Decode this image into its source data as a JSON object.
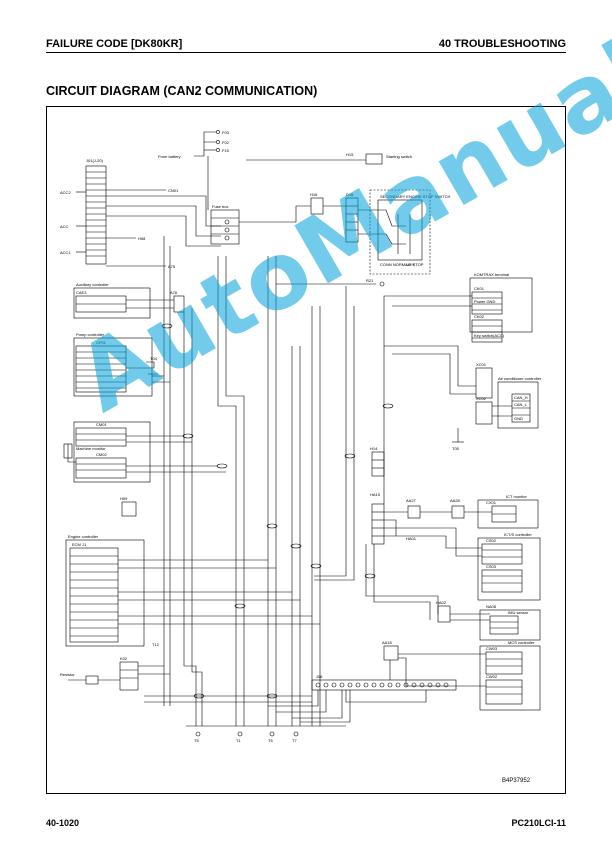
{
  "header": {
    "left": "FAILURE CODE [DK80KR]",
    "right": "40 TROUBLESHOOTING"
  },
  "title": "CIRCUIT DIAGRAM (CAN2 COMMUNICATION)",
  "watermark": "AutoManual",
  "footer": {
    "page": "40-1020",
    "model": "PC210LCI-11"
  },
  "diagram": {
    "code": "B4P37952",
    "labels": {
      "j01": "J01(J-20)",
      "acc2": "ACC2",
      "acc": "ACC",
      "acc1": "ACC1",
      "cn01": "CN01",
      "h08": "H08",
      "a75": "A75",
      "fuse_box": "Fuse box",
      "from_battery": "From battery",
      "f03": "F03",
      "f02": "F02",
      "f15": "F15",
      "h15": "H15",
      "starting_switch": "Starting switch",
      "h16": "H16",
      "d16": "D16",
      "secondary_stop": "SECONDARY ENGINE STOP SWITCH",
      "conn_normally": "CONN NORMALLY",
      "up_stop": "UP STOP",
      "r21": "R21",
      "komtrax": "KOMTRAX terminal",
      "ck01": "CK01",
      "ck02": "CK02",
      "power_gnd": "Power GND",
      "key_switch": "Key switch(ACC)",
      "xc01": "XC01",
      "xc02": "XC02",
      "air_cond": "Air conditioner controller",
      "can_h": "CAN_H",
      "can_l": "CAN_L",
      "gnd": "GND",
      "t05": "T05",
      "cae3": "CAE3",
      "aux_ctrl": "Auxiliary controller",
      "a76": "A76",
      "pump_ctrl": "Pump controller",
      "cp01": "CP01",
      "t04": "T04",
      "cm01": "CM01",
      "cm02": "CM02",
      "machine_monitor": "Machine monitor",
      "h14": "H14",
      "h09": "H09",
      "ha15": "HA15",
      "aa27": "AA27",
      "aa28": "AA28",
      "cx01": "CX01",
      "ict_monitor": "ICT monitor",
      "ha01": "HA01",
      "cs02": "CS02",
      "cs03": "CS03",
      "icts": "ICT/S controller",
      "engine_ctrl": "Engine controller",
      "ecm": "ECM J1",
      "t12": "T12",
      "ha02": "HA02",
      "na08": "NA08",
      "imu": "IMU sensor",
      "aa18": "AA18",
      "cw03": "CW03",
      "cw02": "CW02",
      "mcs": "MCS controller",
      "k02": "K02",
      "resistor": "Resistor",
      "j06": "J06",
      "t5": "T5",
      "t1": "T1",
      "t6": "T6",
      "t7": "T7"
    }
  }
}
